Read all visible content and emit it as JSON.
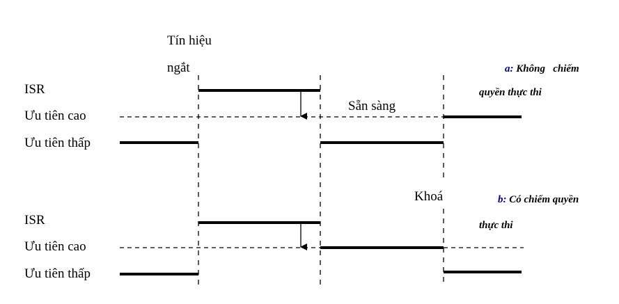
{
  "signal_label_line1": "Tín hiệu",
  "signal_label_line2": "ngắt",
  "diagram_a": {
    "rows": [
      "ISR",
      "Ưu tiên cao",
      "Ưu tiên thấp"
    ],
    "ready_label": "Sẵn sàng",
    "caption_prefix": "a:",
    "caption_line1": "Không   chiếm",
    "caption_line2": "quyền thực thi"
  },
  "diagram_b": {
    "rows": [
      "ISR",
      "Ưu tiên cao",
      "Ưu tiên thấp"
    ],
    "lock_label": "Khoá",
    "caption_prefix": "b:",
    "caption_line1": "Có chiếm quyền",
    "caption_line2": "thực thi"
  }
}
